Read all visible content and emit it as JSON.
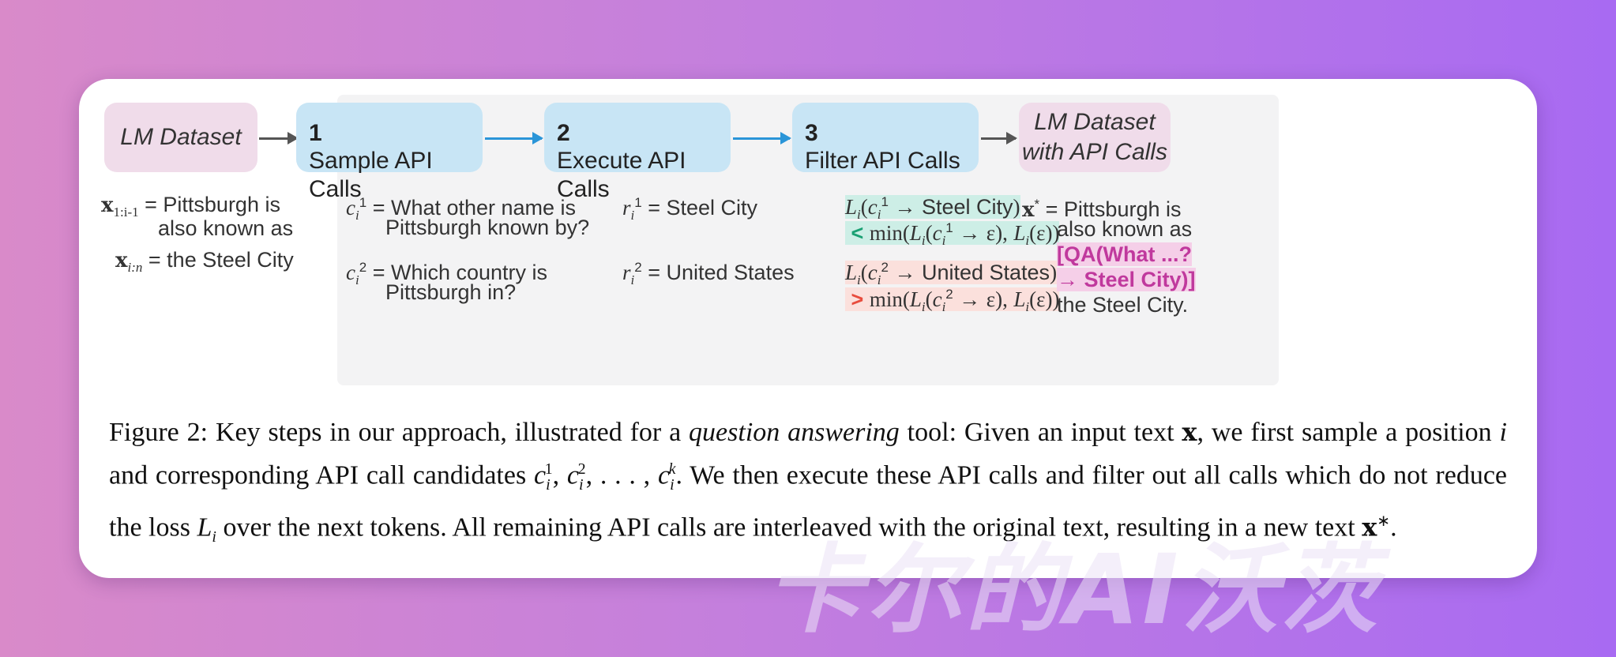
{
  "boxes": {
    "lm_dataset": "LM Dataset",
    "step1_num": "1",
    "step1_label": "Sample API Calls",
    "step2_num": "2",
    "step2_label": "Execute API Calls",
    "step3_num": "3",
    "step3_label": "Filter API Calls",
    "lm_dataset_api_line1": "LM Dataset",
    "lm_dataset_api_line2": "with API Calls"
  },
  "input": {
    "x_prefix_sub": "1:i-1",
    "x_prefix_text1": " = Pittsburgh is",
    "x_prefix_text2": "also known as",
    "x_suffix_sub": "i:n",
    "x_suffix_text": " = the Steel City"
  },
  "sample": {
    "c1_sup": "1",
    "c1_line1": " = What other name is",
    "c1_line2": "Pittsburgh known by?",
    "c2_sup": "2",
    "c2_line1": " = Which country is",
    "c2_line2": "Pittsburgh in?"
  },
  "execute": {
    "r1_sup": "1",
    "r1_text": " = Steel City",
    "r2_sup": "2",
    "r2_text": " = United States"
  },
  "filter": {
    "f1_result": "Steel City",
    "f2_result": "United States",
    "lt_symbol": "<",
    "gt_symbol": ">",
    "min_text": "min(",
    "epsilon": "ε"
  },
  "output": {
    "x_text1": " = Pittsburgh is",
    "x_text2": "also known as",
    "api_line1": "[QA(What ...?",
    "api_line2": "→ Steel City)]",
    "x_text3": "the Steel City."
  },
  "caption": {
    "part1": "Figure 2: Key steps in our approach, illustrated for a ",
    "italic": "question answering",
    "part2": " tool: Given an input text ",
    "part3": ", we first sample a position ",
    "part4": " and corresponding API call candidates ",
    "part5": ". We then execute these API calls and filter out all calls which do not reduce the loss ",
    "part6": " over the next tokens. All remaining API calls are interleaved with the original text, resulting in a new text ",
    "part7": "."
  },
  "watermark": "卡尔的AI沃茨",
  "colors": {
    "pink_box": "#f0dcea",
    "blue_box": "#c8e5f5",
    "blue_arrow": "#2a95d8",
    "green_highlight": "#cdeee6",
    "red_highlight": "#fbe0dc",
    "api_text": "#c0399d"
  }
}
